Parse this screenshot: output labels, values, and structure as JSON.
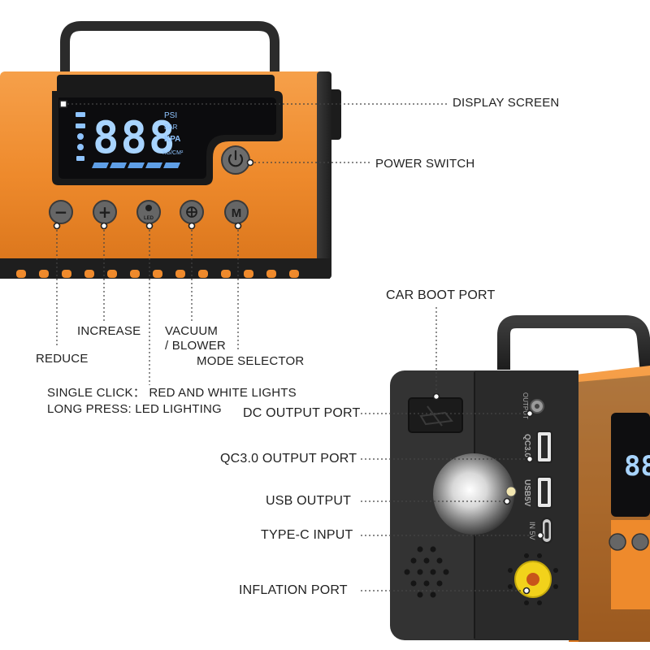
{
  "colors": {
    "body_orange": "#f08a2c",
    "body_black": "#2b2b2b",
    "screen_dark": "#0c0c0e",
    "digit_blue": "#a8d4ff",
    "button_gray": "#6a6a6a",
    "inflation_yellow": "#f2d21b"
  },
  "display": {
    "digits": "888",
    "units": [
      "PSI",
      "BAR",
      "KPA",
      "KG/CM²"
    ]
  },
  "buttons": {
    "reduce_symbol": "−",
    "increase_symbol": "+",
    "led_text": "LED",
    "mode_symbol": "M"
  },
  "labels": {
    "display_screen": "DISPLAY SCREEN",
    "power_switch": "POWER SWITCH",
    "increase": "INCREASE",
    "reduce": "REDUCE",
    "vacuum_blower": "VACUUM\n/ BLOWER",
    "mode_selector": "MODE SELECTOR",
    "led_single": "SINGLE CLICK：  RED AND WHITE LIGHTS",
    "led_long": "LONG PRESS: LED LIGHTING",
    "car_boot_port": "CAR BOOT PORT",
    "dc_output_port": "DC OUTPUT PORT",
    "qc30_output_port": "QC3.0 OUTPUT PORT",
    "usb_output": "USB OUTPUT",
    "typec_input": "TYPE-C INPUT",
    "inflation_port": "INFLATION PORT"
  },
  "port_texts": {
    "output": "OUTPUT",
    "qc30": "QC3.0",
    "usb": "USB5V",
    "in": "IN 5V"
  }
}
